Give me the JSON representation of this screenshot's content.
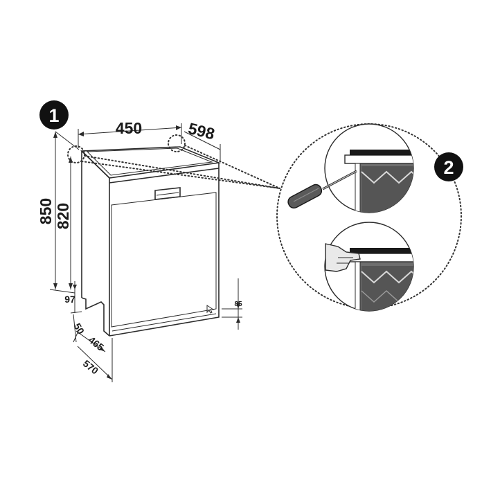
{
  "steps": [
    "1",
    "2"
  ],
  "dimensions": {
    "width": "450",
    "depth": "598",
    "height_max": "850",
    "height_min": "820",
    "foot_height": "97",
    "plinth_height": "85",
    "toe_depth": "50",
    "inner_depth": "465",
    "total_depth": "570"
  },
  "colors": {
    "line": "#2b2b2b",
    "badge": "#111111",
    "inner_panel": "#6e6e6e",
    "hand_fill": "#e9e9e9",
    "screwdriver_handle": "#5a5a5a"
  },
  "icons": [
    "screwdriver-icon",
    "hand-icon",
    "cursor-arrow-icon"
  ]
}
